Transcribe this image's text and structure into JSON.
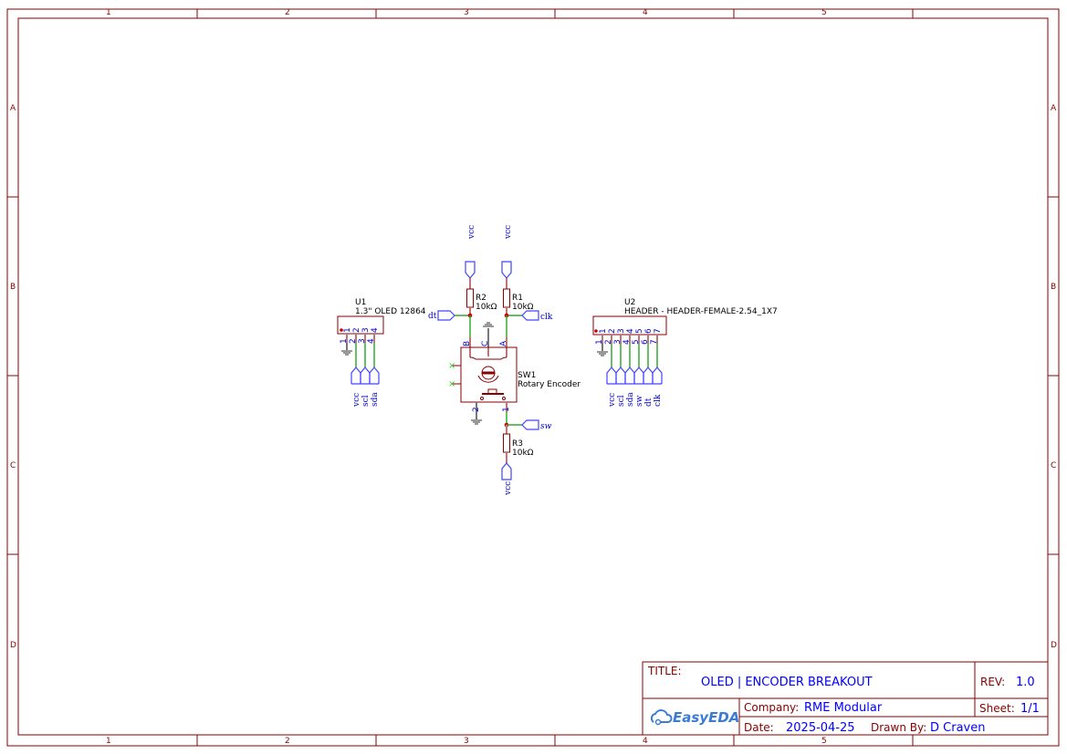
{
  "border": {
    "columns": [
      "1",
      "2",
      "3",
      "4",
      "5"
    ],
    "rows": [
      "A",
      "B",
      "C",
      "D"
    ]
  },
  "title_block": {
    "title_label": "TITLE:",
    "title": "OLED | ENCODER BREAKOUT",
    "rev_label": "REV:",
    "rev": "1.0",
    "company_label": "Company:",
    "company": "RME Modular",
    "sheet_label": "Sheet:",
    "sheet": "1/1",
    "date_label": "Date:",
    "date": "2025-04-25",
    "drawn_label": "Drawn By:",
    "drawn_by": "D Craven",
    "logo": "EasyEDA"
  },
  "components": {
    "u1": {
      "ref": "U1",
      "value": "1.3\" OLED 12864",
      "pins": [
        "1",
        "2",
        "3",
        "4"
      ],
      "nets": [
        "vcc",
        "scl",
        "sda"
      ]
    },
    "u2": {
      "ref": "U2",
      "value": "HEADER - HEADER-FEMALE-2.54_1X7",
      "pins": [
        "1",
        "2",
        "3",
        "4",
        "5",
        "6",
        "7"
      ],
      "nets": [
        "vcc",
        "scl",
        "sda",
        "sw",
        "dt",
        "clk"
      ]
    },
    "r1": {
      "ref": "R1",
      "value": "10kΩ"
    },
    "r2": {
      "ref": "R2",
      "value": "10kΩ"
    },
    "r3": {
      "ref": "R3",
      "value": "10kΩ"
    },
    "sw1": {
      "ref": "SW1",
      "value": "Rotary Encoder",
      "pins": [
        "B",
        "C",
        "A",
        "2",
        "1"
      ]
    }
  },
  "nets": {
    "vcc": "vcc",
    "dt": "dt",
    "clk": "clk",
    "sw": "sw"
  },
  "colors": {
    "border": "#880000",
    "wire": "#33aa33",
    "net": "#0000cc"
  }
}
